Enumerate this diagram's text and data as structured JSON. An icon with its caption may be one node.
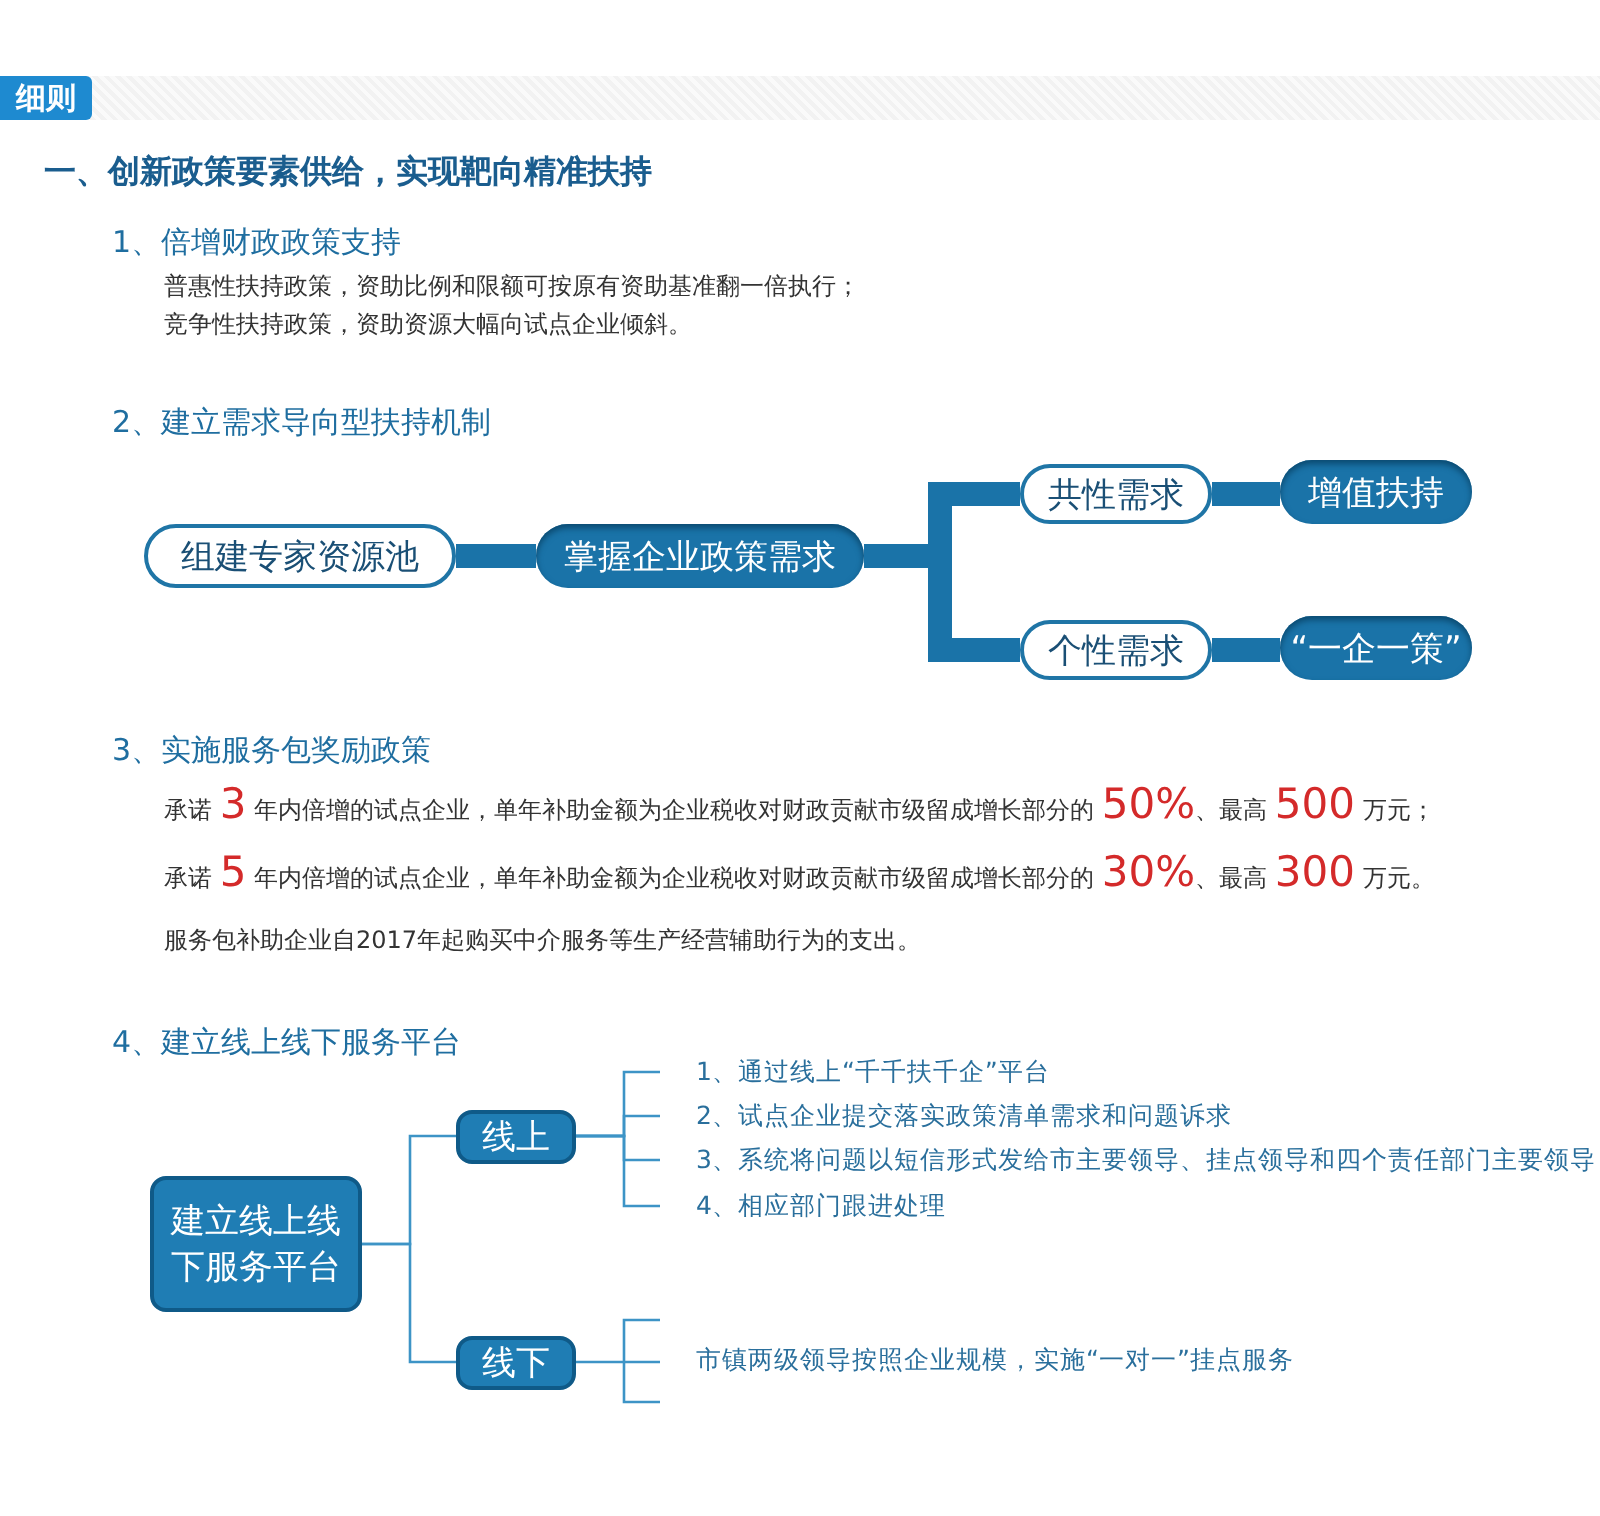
{
  "diagram": {
    "title": "细则",
    "nodes": [
      {
        "text": [
          "组建专家资源池"
        ]
      },
      {
        "text": [
          "掌握企业政策需求"
        ]
      },
      {
        "text": [
          "共性需求"
        ]
      },
      {
        "text": [
          "增值扶持"
        ]
      },
      {
        "text": [
          "个性需求"
        ]
      },
      {
        "text": [
          "“一企一策”"
        ]
      },
      {
        "text": [
          "建立线上线下服务平台"
        ]
      },
      {
        "text": [
          "线上"
        ]
      },
      {
        "text": [
          "线下"
        ]
      },
      {
        "text": [
          "1、通过线上“千千扶千企”平台"
        ]
      },
      {
        "text": [
          "2、试点企业提交落实政策清单需求和问题诉求"
        ]
      },
      {
        "text": [
          "3、系统将问题以短信形式发给市主要领导、挂点领导和四个责任部门主要领导"
        ]
      },
      {
        "text": [
          "4、相应部门跟进处理"
        ]
      },
      {
        "text": [
          "市镇两级领导按照企业规模，实施“一对一”挂点服务"
        ]
      }
    ],
    "edges": [
      {
        "from": 0,
        "to": 1,
        "arrow": "none",
        "style": "thick"
      },
      {
        "from": 1,
        "to": 2,
        "arrow": "none",
        "style": "thick"
      },
      {
        "from": 1,
        "to": 4,
        "arrow": "none",
        "style": "thick"
      },
      {
        "from": 2,
        "to": 3,
        "arrow": "none",
        "style": "thick"
      },
      {
        "from": 4,
        "to": 5,
        "arrow": "none",
        "style": "thick"
      },
      {
        "from": 6,
        "to": 7,
        "arrow": "none"
      },
      {
        "from": 6,
        "to": 8,
        "arrow": "none"
      },
      {
        "from": 7,
        "to": 9,
        "arrow": "none"
      },
      {
        "from": 7,
        "to": 10,
        "arrow": "none"
      },
      {
        "from": 7,
        "to": 11,
        "arrow": "none"
      },
      {
        "from": 7,
        "to": 12,
        "arrow": "none"
      },
      {
        "from": 8,
        "to": 13,
        "arrow": "none"
      }
    ],
    "labels": [
      "一、创新政策要素供给，实现靶向精准扶持",
      "1、倍增财政政策支持",
      "普惠性扶持政策，资助比例和限额可按原有资助基准翻一倍执行；",
      "竞争性扶持政策，资助资源大幅向试点企业倾斜。",
      "2、建立需求导向型扶持机制",
      "3、实施服务包奖励政策",
      "承诺 **3** 年内倍增的试点企业，单年补助金额为企业税收对财政贡献市级留成增长部分的 **50%**、最高 **500** 万元；",
      "承诺 **5** 年内倍增的试点企业，单年补助金额为企业税收对财政贡献市级留成增长部分的 **30%**、最高 **300** 万元。",
      "服务包补助企业自2017年起购买中介服务等生产经营辅助行为的支出。",
      "4、建立线上线下服务平台"
    ]
  }
}
